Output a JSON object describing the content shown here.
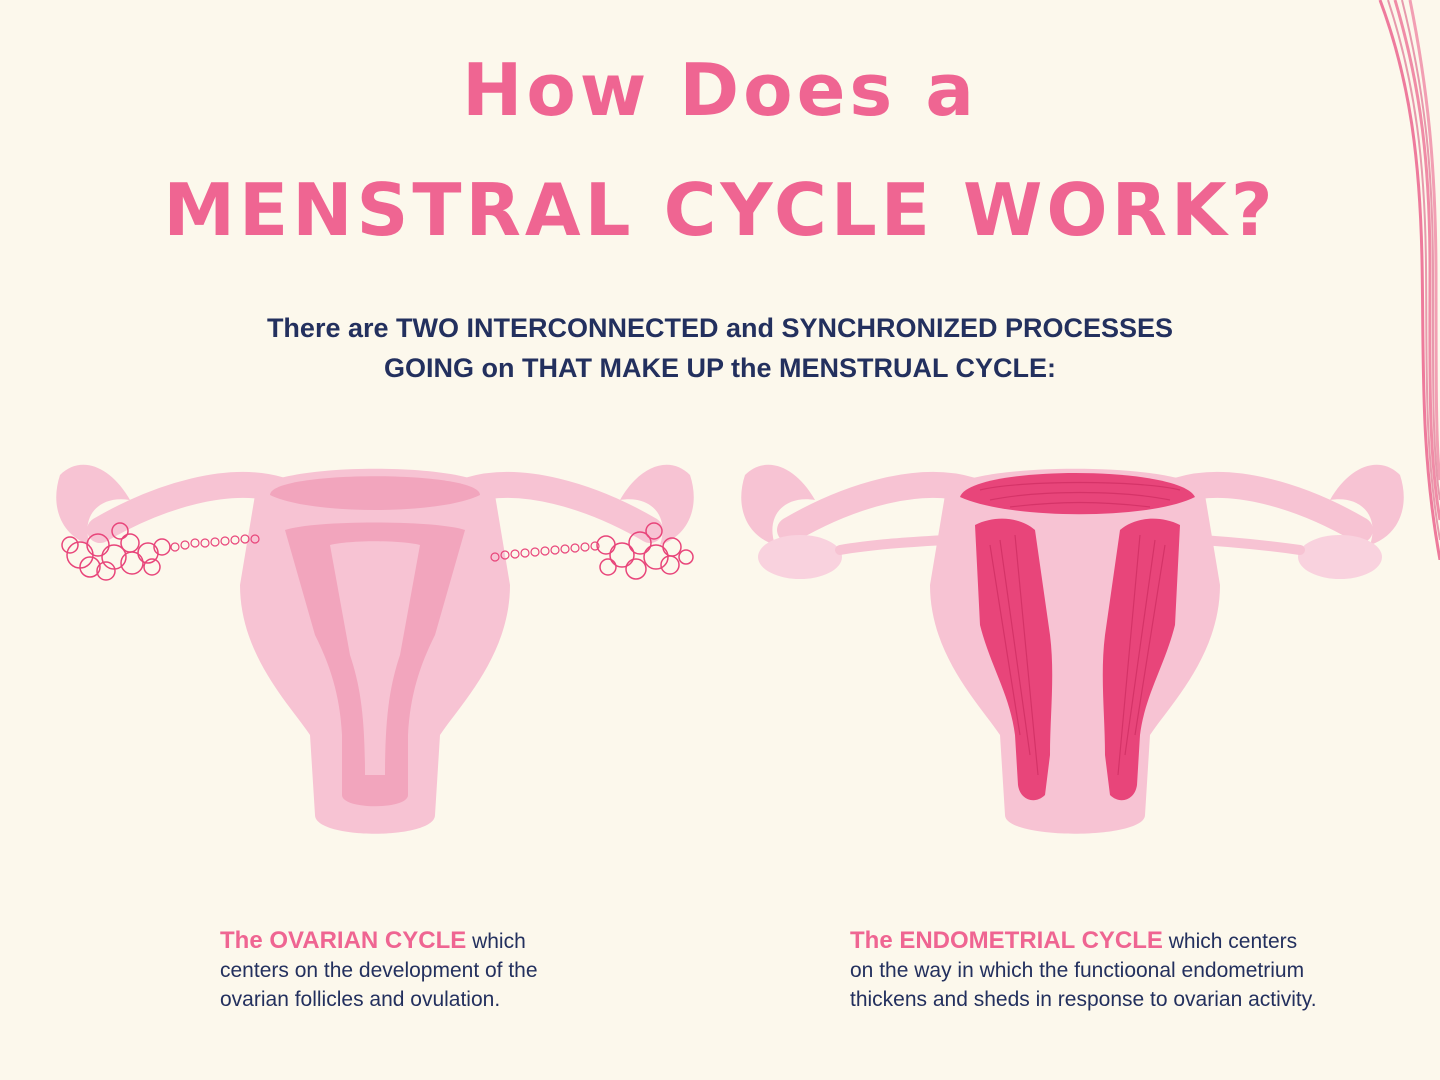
{
  "title": {
    "line1": "How Does a",
    "line2": "MENSTRAL CYCLE WORK?"
  },
  "subtitle": {
    "line1": "There are TWO INTERCONNECTED and SYNCHRONIZED PROCESSES",
    "line2": "GOING on THAT MAKE UP the MENSTRUAL CYCLE:"
  },
  "ovarian": {
    "highlight": "The OVARIAN CYCLE",
    "text": " which centers on the development of the ovarian follicles and ovulation."
  },
  "endometrial": {
    "highlight": "The ENDOMETRIAL CYCLE",
    "text": " which centers on the way in which the functioonal endometrium thickens and sheds in response to ovarian activity."
  },
  "colors": {
    "background": "#fcf8ec",
    "title_pink": "#ef6592",
    "text_navy": "#23305e",
    "uterus_light": "#f7c3d3",
    "uterus_mid": "#f2a5bd",
    "endometrium": "#e8457a"
  }
}
